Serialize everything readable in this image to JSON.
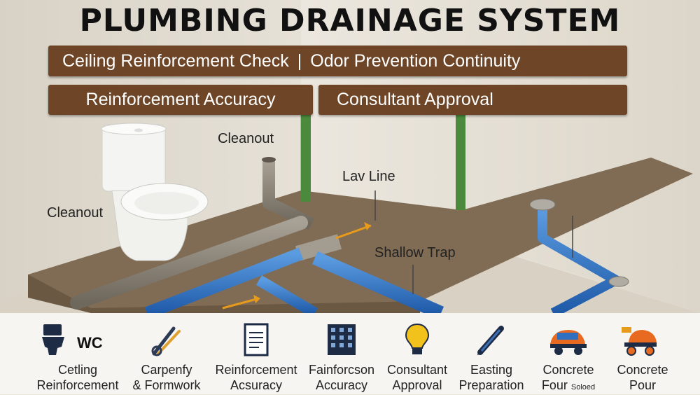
{
  "title": "PLUMBING DRAINAGE SYSTEM",
  "banners": {
    "row1_left": "Ceiling Reinforcement Check",
    "row1_separator": "|",
    "row1_right": "Odor Prevention Continuity",
    "row2_left": "Reinforcement Accuracy",
    "row2_right": "Consultant Approval"
  },
  "labels": {
    "cleanout_top": "Cleanout",
    "cleanout_left": "Cleanout",
    "lav_line": "Lav Line",
    "shallow_trap": "Shallow Trap"
  },
  "bottom_items": [
    {
      "icon": "toilet-icon",
      "badge": "WC",
      "line1": "Cetling",
      "line2": "Reinforcement"
    },
    {
      "icon": "tools-icon",
      "line1": "Carpenfy",
      "line2": "& Formwork"
    },
    {
      "icon": "document-icon",
      "line1": "Reinforcement",
      "line2": "Acsuracy"
    },
    {
      "icon": "grid-icon",
      "line1": "Fainforcson",
      "line2": "Accuracy"
    },
    {
      "icon": "bulb-icon",
      "line1": "Consultant",
      "line2": "Approval"
    },
    {
      "icon": "pen-icon",
      "line1": "Easting",
      "line2": "Preparation"
    },
    {
      "icon": "concrete-truck-icon",
      "line1": "Concrete",
      "line2": "Four",
      "line2_small": "Soloed"
    },
    {
      "icon": "concrete-mixer-icon",
      "line1": "Concrete",
      "line2": "Pour"
    }
  ],
  "colors": {
    "banner": "#6e4526",
    "pipe_blue": "#2f6fc0",
    "pipe_green": "#4b8a3c",
    "pipe_gray": "#8a8378",
    "slab": "#7d6a52"
  }
}
